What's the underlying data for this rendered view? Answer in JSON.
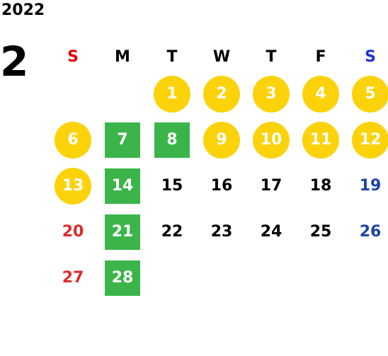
{
  "year": "2022",
  "month": "2",
  "weekdays": [
    "S",
    "M",
    "T",
    "W",
    "T",
    "F",
    "S"
  ],
  "days": [
    {
      "d": "1",
      "col": 3,
      "row": 1,
      "mark": "circle"
    },
    {
      "d": "2",
      "col": 4,
      "row": 1,
      "mark": "circle"
    },
    {
      "d": "3",
      "col": 5,
      "row": 1,
      "mark": "circle"
    },
    {
      "d": "4",
      "col": 6,
      "row": 1,
      "mark": "circle"
    },
    {
      "d": "5",
      "col": 7,
      "row": 1,
      "mark": "circle"
    },
    {
      "d": "6",
      "col": 1,
      "row": 2,
      "mark": "circle"
    },
    {
      "d": "7",
      "col": 2,
      "row": 2,
      "mark": "square"
    },
    {
      "d": "8",
      "col": 3,
      "row": 2,
      "mark": "square"
    },
    {
      "d": "9",
      "col": 4,
      "row": 2,
      "mark": "circle"
    },
    {
      "d": "10",
      "col": 5,
      "row": 2,
      "mark": "circle"
    },
    {
      "d": "11",
      "col": 6,
      "row": 2,
      "mark": "circle"
    },
    {
      "d": "12",
      "col": 7,
      "row": 2,
      "mark": "circle"
    },
    {
      "d": "13",
      "col": 1,
      "row": 3,
      "mark": "circle"
    },
    {
      "d": "14",
      "col": 2,
      "row": 3,
      "mark": "square"
    },
    {
      "d": "15",
      "col": 3,
      "row": 3,
      "mark": "none"
    },
    {
      "d": "16",
      "col": 4,
      "row": 3,
      "mark": "none"
    },
    {
      "d": "17",
      "col": 5,
      "row": 3,
      "mark": "none"
    },
    {
      "d": "18",
      "col": 6,
      "row": 3,
      "mark": "none"
    },
    {
      "d": "19",
      "col": 7,
      "row": 3,
      "mark": "blue"
    },
    {
      "d": "20",
      "col": 1,
      "row": 4,
      "mark": "red"
    },
    {
      "d": "21",
      "col": 2,
      "row": 4,
      "mark": "square"
    },
    {
      "d": "22",
      "col": 3,
      "row": 4,
      "mark": "none"
    },
    {
      "d": "23",
      "col": 4,
      "row": 4,
      "mark": "none"
    },
    {
      "d": "24",
      "col": 5,
      "row": 4,
      "mark": "none"
    },
    {
      "d": "25",
      "col": 6,
      "row": 4,
      "mark": "none"
    },
    {
      "d": "26",
      "col": 7,
      "row": 4,
      "mark": "blue"
    },
    {
      "d": "27",
      "col": 1,
      "row": 5,
      "mark": "red"
    },
    {
      "d": "28",
      "col": 2,
      "row": 5,
      "mark": "square"
    }
  ],
  "colors": {
    "circle": "#fcd20a",
    "square": "#3bb54a",
    "sunday_header": "#e00000",
    "saturday_header": "#1a33cc",
    "sunday_date": "#dc2b2b",
    "saturday_date": "#1f44a8"
  }
}
